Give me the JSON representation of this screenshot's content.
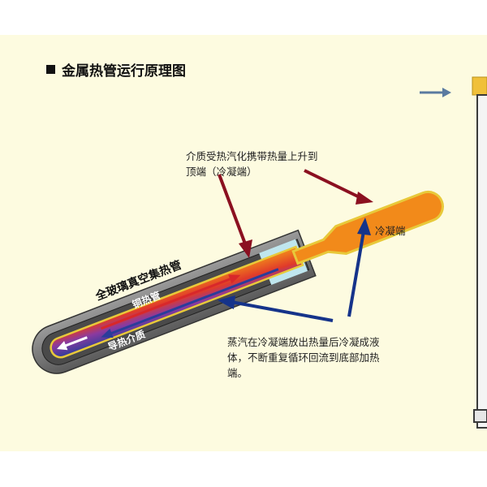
{
  "title": "金属热管运行原理图",
  "annotations": {
    "top_note_line1": "介质受热汽化携带热量上升到",
    "top_note_line2": "顶端（冷凝端）",
    "condensing_end": "冷凝端",
    "bottom_note_line1": "蒸汽在冷凝端放出热量后冷凝成液",
    "bottom_note_line2": "体，不断重复循环回流到底部加热",
    "bottom_note_line3": "端。"
  },
  "tube_labels": {
    "vacuum_tube": "全玻璃真空集热管",
    "copper_pipe": "铜热管",
    "heat_medium": "导热介质"
  },
  "colors": {
    "panel": "#fdfbe0",
    "glass": "#7a7a7a",
    "glass_dark": "#3a3a3a",
    "copper_outline": "#e8c93a",
    "condenser": "#f28a1a",
    "vapor_red": "#d8282a",
    "liquid_blue": "#2a3d9a",
    "pointer_dark_red": "#8b1020",
    "pointer_navy": "#15338a",
    "cyan": "#bfe6ee"
  }
}
